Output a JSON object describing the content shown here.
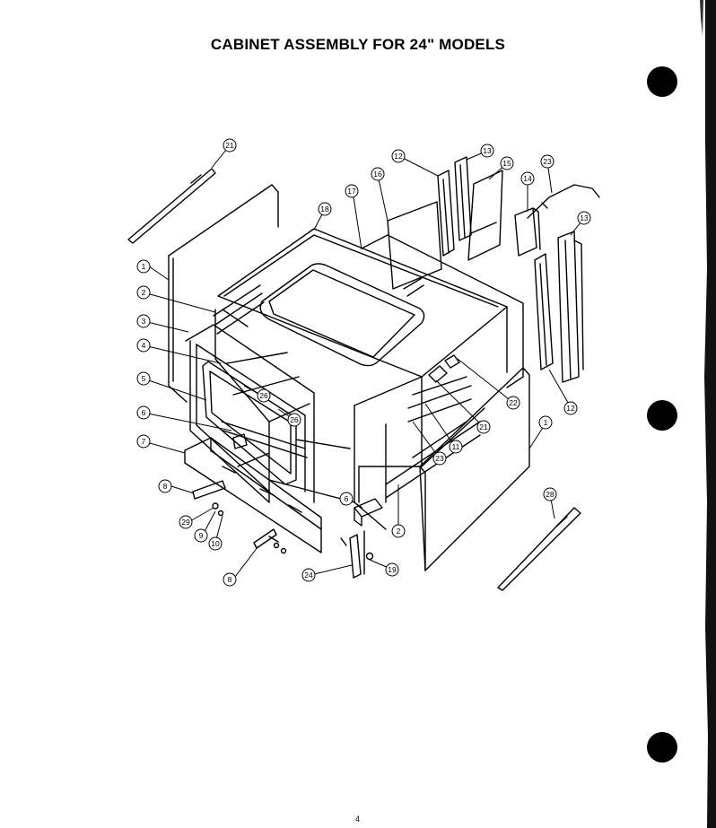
{
  "page": {
    "title": "CABINET ASSEMBLY FOR 24\" MODELS",
    "page_number": "4"
  },
  "callouts": [
    {
      "id": "c21a",
      "label": "21"
    },
    {
      "id": "c1a",
      "label": "1"
    },
    {
      "id": "c2a",
      "label": "2"
    },
    {
      "id": "c3",
      "label": "3"
    },
    {
      "id": "c4",
      "label": "4"
    },
    {
      "id": "c5",
      "label": "5"
    },
    {
      "id": "c6a",
      "label": "6"
    },
    {
      "id": "c7",
      "label": "7"
    },
    {
      "id": "c8a",
      "label": "8"
    },
    {
      "id": "c29",
      "label": "29"
    },
    {
      "id": "c9",
      "label": "9"
    },
    {
      "id": "c10",
      "label": "10"
    },
    {
      "id": "c8b",
      "label": "8"
    },
    {
      "id": "c24",
      "label": "24"
    },
    {
      "id": "c19",
      "label": "19"
    },
    {
      "id": "c2b",
      "label": "2"
    },
    {
      "id": "c6b",
      "label": "6"
    },
    {
      "id": "c18",
      "label": "18"
    },
    {
      "id": "c17",
      "label": "17"
    },
    {
      "id": "c16",
      "label": "16"
    },
    {
      "id": "c12a",
      "label": "12"
    },
    {
      "id": "c13a",
      "label": "13"
    },
    {
      "id": "c15",
      "label": "15"
    },
    {
      "id": "c14",
      "label": "14"
    },
    {
      "id": "c23a",
      "label": "23"
    },
    {
      "id": "c13b",
      "label": "13"
    },
    {
      "id": "c12b",
      "label": "12"
    },
    {
      "id": "c22",
      "label": "22"
    },
    {
      "id": "c21b",
      "label": "21"
    },
    {
      "id": "c11",
      "label": "11"
    },
    {
      "id": "c23b",
      "label": "23"
    },
    {
      "id": "c1b",
      "label": "1"
    },
    {
      "id": "c26a",
      "label": "26"
    },
    {
      "id": "c26b",
      "label": "26"
    },
    {
      "id": "c28",
      "label": "28"
    }
  ]
}
